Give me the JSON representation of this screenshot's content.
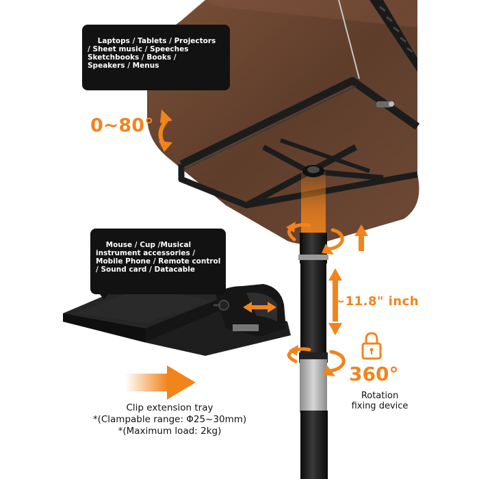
{
  "callouts": {
    "desk_uses": "Laptops / Tablets / Projectors\n/ Sheet music / Speeches\nSketchbooks / Books /\nSpeakers / Menus",
    "tray_uses": "Mouse / Cup /Musical\ninstrument accessories /\nMobile Phone / Remote control\n/ Sound card / Datacable"
  },
  "labels": {
    "tilt_range": "0~80°",
    "height_adjust": "~11.8\" inch",
    "rotation_value": "360°",
    "rotation_caption": "Rotation\nfixing device"
  },
  "tray_caption": {
    "line1": "Clip extension tray",
    "line2": "*(Clampable range: Φ25~30mm)",
    "line3": "*(Maximum load: 2kg)"
  },
  "colors": {
    "accent_orange": "#f2841c",
    "wood": "#6a4532",
    "metal_black": "#1b1b1b",
    "bubble_bg": "#121212"
  },
  "icons": [
    "lock-icon",
    "rotate-arrow-icon",
    "up-down-arrow-icon",
    "right-arrow-icon"
  ]
}
